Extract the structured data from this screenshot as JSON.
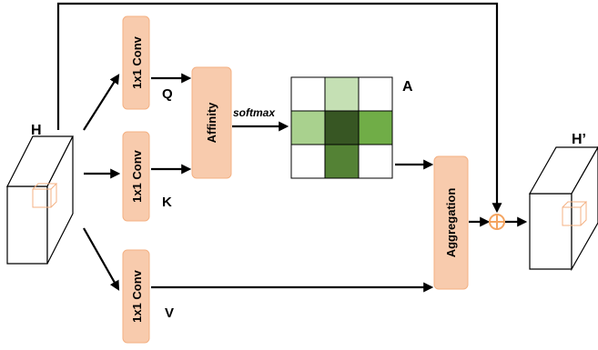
{
  "labels": {
    "h": "H",
    "h_prime": "H’",
    "q": "Q",
    "k": "K",
    "v": "V",
    "a": "A",
    "softmax": "softmax"
  },
  "blocks": {
    "conv_q": "1x1 Conv",
    "conv_k": "1x1 Conv",
    "conv_v": "1x1 Conv",
    "affinity": "Affinity",
    "aggregation": "Aggregation"
  },
  "colors": {
    "block_fill": "#f8cbad",
    "block_stroke": "#f4b183",
    "cube_stroke": "#f4b183",
    "plus_color": "#f4a460"
  },
  "affinity_matrix": [
    [
      "#ffffff",
      "#c5e0b4",
      "#ffffff"
    ],
    [
      "#a9d18e",
      "#375623",
      "#70ad47"
    ],
    [
      "#ffffff",
      "#548235",
      "#ffffff"
    ]
  ]
}
